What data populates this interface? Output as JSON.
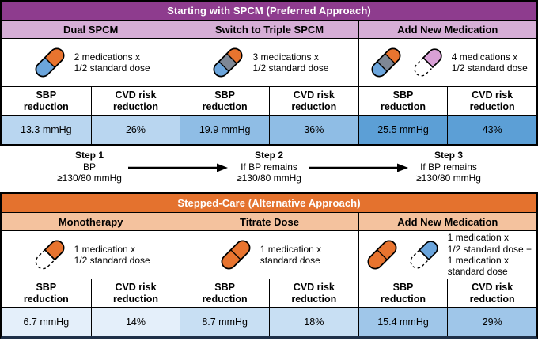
{
  "colors": {
    "purple_header": "#8E3C8E",
    "purple_sub": "#D6AED6",
    "orange_header": "#E4722E",
    "orange_sub": "#F4C29E",
    "top_shade_1": "#B9D6F0",
    "top_shade_2": "#8FBDE5",
    "top_shade_3": "#5C9FD6",
    "bottom_shade_1": "#E4EFFA",
    "bottom_shade_2": "#C8DFF3",
    "bottom_shade_3": "#9FC6E9",
    "pill_orange": "#E8742F",
    "pill_blue": "#6BA5DC",
    "pill_gray": "#7E8795",
    "pill_pink": "#D9A0D6",
    "bottom_bar": "#1E3048"
  },
  "spcm": {
    "title": "Starting with SPCM (Preferred Approach)",
    "sbp_header": "SBP\nreduction",
    "cvd_header": "CVD risk\nreduction",
    "columns": [
      {
        "label": "Dual SPCM",
        "caption": "2 medications x\n1/2 standard dose",
        "pill_icons": [
          "two-tone-orange-blue-pill"
        ],
        "sbp": "13.3 mmHg",
        "cvd": "26%"
      },
      {
        "label": "Switch to Triple SPCM",
        "caption": "3 medications x\n1/2 standard dose",
        "pill_icons": [
          "three-tone-orange-gray-blue-pill"
        ],
        "sbp": "19.9 mmHg",
        "cvd": "36%"
      },
      {
        "label": "Add New Medication",
        "caption": "4 medications x\n1/2 standard dose",
        "pill_icons": [
          "three-tone-orange-gray-blue-pill",
          "half-pink-half-dashed-pill"
        ],
        "sbp": "25.5 mmHg",
        "cvd": "43%"
      }
    ]
  },
  "steps": [
    {
      "title": "Step 1",
      "line1": "BP",
      "line2": "≥130/80 mmHg"
    },
    {
      "title": "Step 2",
      "line1": "If BP remains",
      "line2": "≥130/80 mmHg"
    },
    {
      "title": "Step 3",
      "line1": "If BP remains",
      "line2": "≥130/80 mmHg"
    }
  ],
  "stepped": {
    "title": "Stepped-Care (Alternative Approach)",
    "sbp_header": "SBP\nreduction",
    "cvd_header": "CVD risk\nreduction",
    "columns": [
      {
        "label": "Monotherapy",
        "caption": "1 medication x\n1/2 standard dose",
        "pill_icons": [
          "half-orange-half-dashed-pill"
        ],
        "sbp": "6.7 mmHg",
        "cvd": "14%"
      },
      {
        "label": "Titrate Dose",
        "caption": "1 medication x\nstandard dose",
        "pill_icons": [
          "solid-orange-pill"
        ],
        "sbp": "8.7 mmHg",
        "cvd": "18%"
      },
      {
        "label": "Add New Medication",
        "caption": "1 medication x\n1/2 standard dose +\n1 medication x\nstandard dose",
        "pill_icons": [
          "solid-orange-pill",
          "half-blue-half-dashed-pill"
        ],
        "sbp": "15.4 mmHg",
        "cvd": "29%"
      }
    ]
  }
}
